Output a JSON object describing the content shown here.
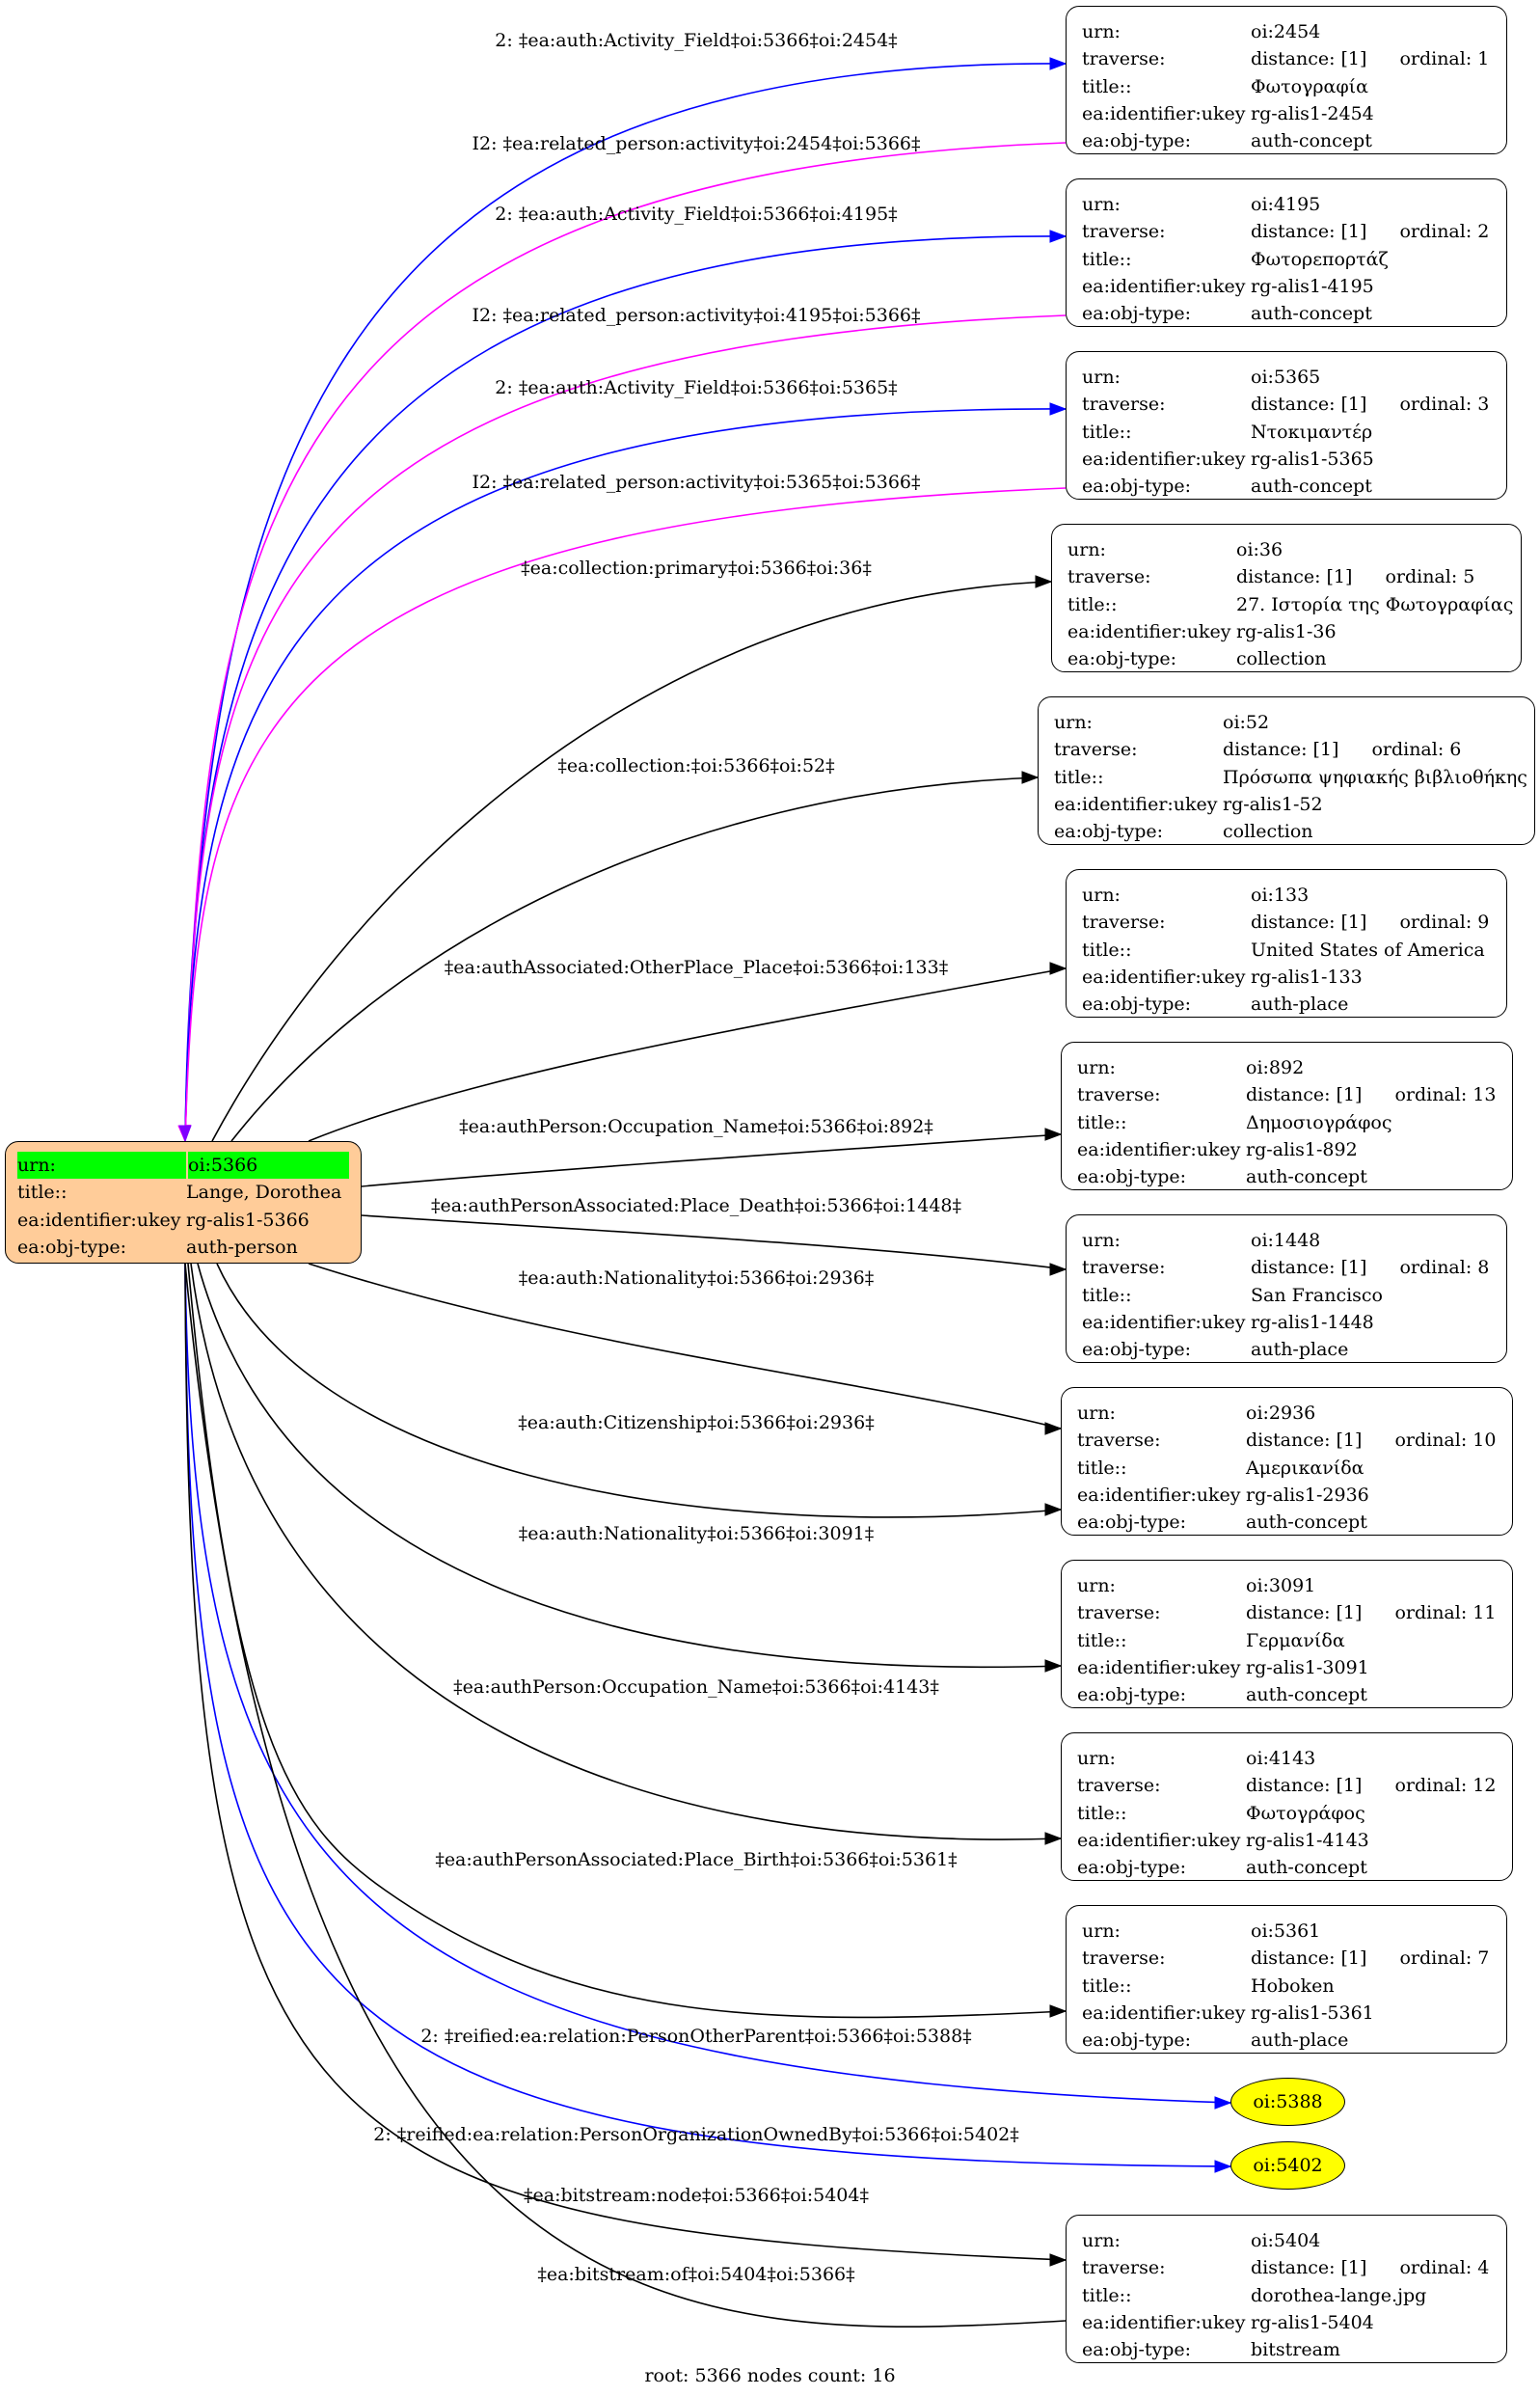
{
  "root": {
    "id": "oi:5366",
    "rows": [
      {
        "key": "urn:",
        "value": "oi:5366"
      },
      {
        "key": "title::",
        "value": "Lange, Dorothea"
      },
      {
        "key": "ea:identifier:ukey",
        "value": "rg-alis1-5366"
      },
      {
        "key": "ea:obj-type:",
        "value": "auth-person"
      }
    ]
  },
  "labels": {
    "urn": "urn:",
    "traverse": "traverse:",
    "title": "title::",
    "ukey": "ea:identifier:ukey",
    "objtype": "ea:obj-type:"
  },
  "nodes": [
    {
      "urn": "oi:2454",
      "distance": "distance: [1]",
      "ordinal": "ordinal: 1",
      "title": "Φωτογραφία",
      "ukey": "rg-alis1-2454",
      "objtype": "auth-concept"
    },
    {
      "urn": "oi:4195",
      "distance": "distance: [1]",
      "ordinal": "ordinal: 2",
      "title": "Φωτορεπορτάζ",
      "ukey": "rg-alis1-4195",
      "objtype": "auth-concept"
    },
    {
      "urn": "oi:5365",
      "distance": "distance: [1]",
      "ordinal": "ordinal: 3",
      "title": "Ντοκιμαντέρ",
      "ukey": "rg-alis1-5365",
      "objtype": "auth-concept"
    },
    {
      "urn": "oi:36",
      "distance": "distance: [1]",
      "ordinal": "ordinal: 5",
      "title": "27. Ιστορία της Φωτογραφίας",
      "ukey": "rg-alis1-36",
      "objtype": "collection"
    },
    {
      "urn": "oi:52",
      "distance": "distance: [1]",
      "ordinal": "ordinal: 6",
      "title": "Πρόσωπα ψηφιακής βιβλιοθήκης",
      "ukey": "rg-alis1-52",
      "objtype": "collection"
    },
    {
      "urn": "oi:133",
      "distance": "distance: [1]",
      "ordinal": "ordinal: 9",
      "title": "United States of America",
      "ukey": "rg-alis1-133",
      "objtype": "auth-place"
    },
    {
      "urn": "oi:892",
      "distance": "distance: [1]",
      "ordinal": "ordinal: 13",
      "title": "Δημοσιογράφος",
      "ukey": "rg-alis1-892",
      "objtype": "auth-concept"
    },
    {
      "urn": "oi:1448",
      "distance": "distance: [1]",
      "ordinal": "ordinal: 8",
      "title": "San Francisco",
      "ukey": "rg-alis1-1448",
      "objtype": "auth-place"
    },
    {
      "urn": "oi:2936",
      "distance": "distance: [1]",
      "ordinal": "ordinal: 10",
      "title": "Αμερικανίδα",
      "ukey": "rg-alis1-2936",
      "objtype": "auth-concept"
    },
    {
      "urn": "oi:3091",
      "distance": "distance: [1]",
      "ordinal": "ordinal: 11",
      "title": "Γερμανίδα",
      "ukey": "rg-alis1-3091",
      "objtype": "auth-concept"
    },
    {
      "urn": "oi:4143",
      "distance": "distance: [1]",
      "ordinal": "ordinal: 12",
      "title": "Φωτογράφος",
      "ukey": "rg-alis1-4143",
      "objtype": "auth-concept"
    },
    {
      "urn": "oi:5361",
      "distance": "distance: [1]",
      "ordinal": "ordinal: 7",
      "title": "Hoboken",
      "ukey": "rg-alis1-5361",
      "objtype": "auth-place"
    },
    {
      "urn": "oi:5404",
      "distance": "distance: [1]",
      "ordinal": "ordinal: 4",
      "title": "dorothea-lange.jpg",
      "ukey": "rg-alis1-5404",
      "objtype": "bitstream"
    }
  ],
  "ellipses": [
    {
      "label": "oi:5388"
    },
    {
      "label": "oi:5402"
    }
  ],
  "edges": [
    {
      "label": "2: ‡ea:auth:Activity_Field‡oi:5366‡oi:2454‡",
      "color": "#0000ff"
    },
    {
      "label": "I2: ‡ea:related_person:activity‡oi:2454‡oi:5366‡",
      "color": "#ff00ff"
    },
    {
      "label": "2: ‡ea:auth:Activity_Field‡oi:5366‡oi:4195‡",
      "color": "#0000ff"
    },
    {
      "label": "I2: ‡ea:related_person:activity‡oi:4195‡oi:5366‡",
      "color": "#ff00ff"
    },
    {
      "label": "2: ‡ea:auth:Activity_Field‡oi:5366‡oi:5365‡",
      "color": "#0000ff"
    },
    {
      "label": "I2: ‡ea:related_person:activity‡oi:5365‡oi:5366‡",
      "color": "#ff00ff"
    },
    {
      "label": "‡ea:collection:primary‡oi:5366‡oi:36‡",
      "color": "#000000"
    },
    {
      "label": "‡ea:collection:‡oi:5366‡oi:52‡",
      "color": "#000000"
    },
    {
      "label": "‡ea:authAssociated:OtherPlace_Place‡oi:5366‡oi:133‡",
      "color": "#000000"
    },
    {
      "label": "‡ea:authPerson:Occupation_Name‡oi:5366‡oi:892‡",
      "color": "#000000"
    },
    {
      "label": "‡ea:authPersonAssociated:Place_Death‡oi:5366‡oi:1448‡",
      "color": "#000000"
    },
    {
      "label": "‡ea:auth:Nationality‡oi:5366‡oi:2936‡",
      "color": "#000000"
    },
    {
      "label": "‡ea:auth:Citizenship‡oi:5366‡oi:2936‡",
      "color": "#000000"
    },
    {
      "label": "‡ea:auth:Nationality‡oi:5366‡oi:3091‡",
      "color": "#000000"
    },
    {
      "label": "‡ea:authPerson:Occupation_Name‡oi:5366‡oi:4143‡",
      "color": "#000000"
    },
    {
      "label": "‡ea:authPersonAssociated:Place_Birth‡oi:5366‡oi:5361‡",
      "color": "#000000"
    },
    {
      "label": "2: ‡reified:ea:relation:PersonOtherParent‡oi:5366‡oi:5388‡",
      "color": "#0000ff"
    },
    {
      "label": "2: ‡reified:ea:relation:PersonOrganizationOwnedBy‡oi:5366‡oi:5402‡",
      "color": "#0000ff"
    },
    {
      "label": "‡ea:bitstream:node‡oi:5366‡oi:5404‡",
      "color": "#000000"
    },
    {
      "label": "‡ea:bitstream:of‡oi:5404‡oi:5366‡",
      "color": "#000000"
    }
  ],
  "footer": "root: 5366 nodes count: 16"
}
